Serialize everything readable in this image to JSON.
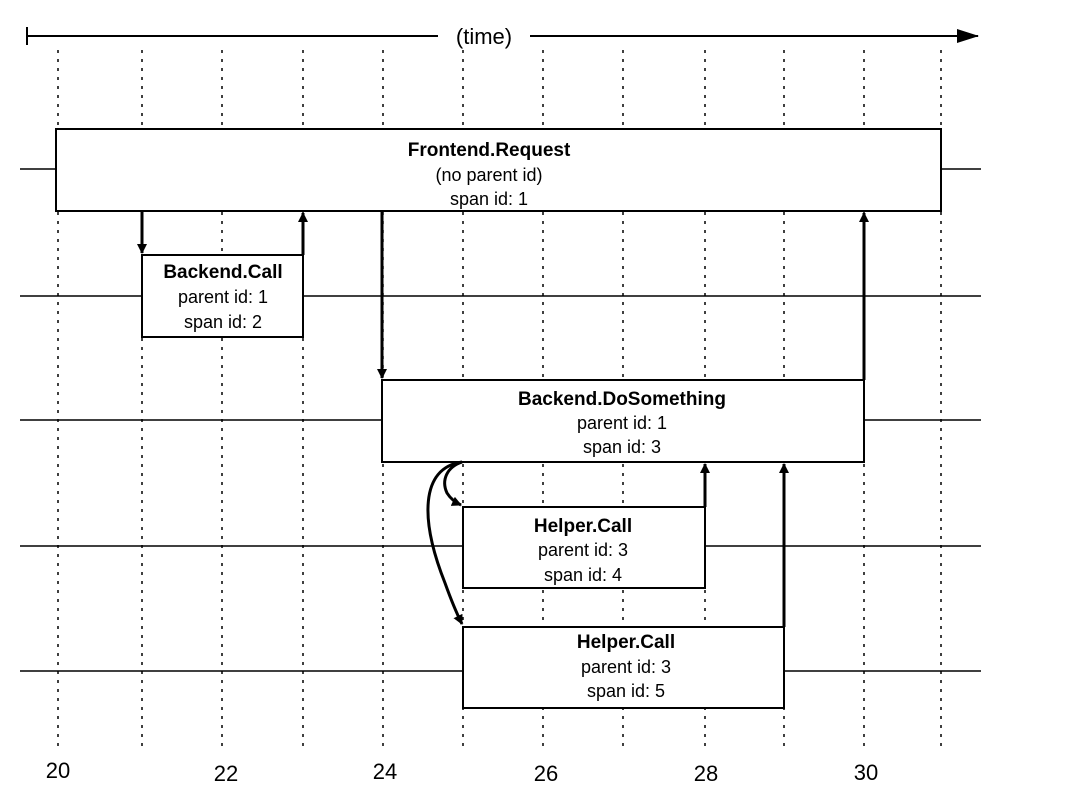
{
  "diagram": {
    "time_label": "(time)",
    "ticks": [
      "20",
      "22",
      "24",
      "26",
      "28",
      "30"
    ],
    "spans": [
      {
        "id": "frontend-request",
        "title": "Frontend.Request",
        "line2": "(no parent id)",
        "line3": "span id: 1",
        "start": 20,
        "end": 31
      },
      {
        "id": "backend-call",
        "title": "Backend.Call",
        "line2": "parent id: 1",
        "line3": "span id: 2",
        "start": 21,
        "end": 23
      },
      {
        "id": "backend-dosomething",
        "title": "Backend.DoSomething",
        "line2": "parent id: 1",
        "line3": "span id: 3",
        "start": 24,
        "end": 30
      },
      {
        "id": "helper-call-4",
        "title": "Helper.Call",
        "line2": "parent id: 3",
        "line3": "span id: 4",
        "start": 25,
        "end": 28
      },
      {
        "id": "helper-call-5",
        "title": "Helper.Call",
        "line2": "parent id: 3",
        "line3": "span id: 5",
        "start": 25,
        "end": 29
      }
    ]
  }
}
